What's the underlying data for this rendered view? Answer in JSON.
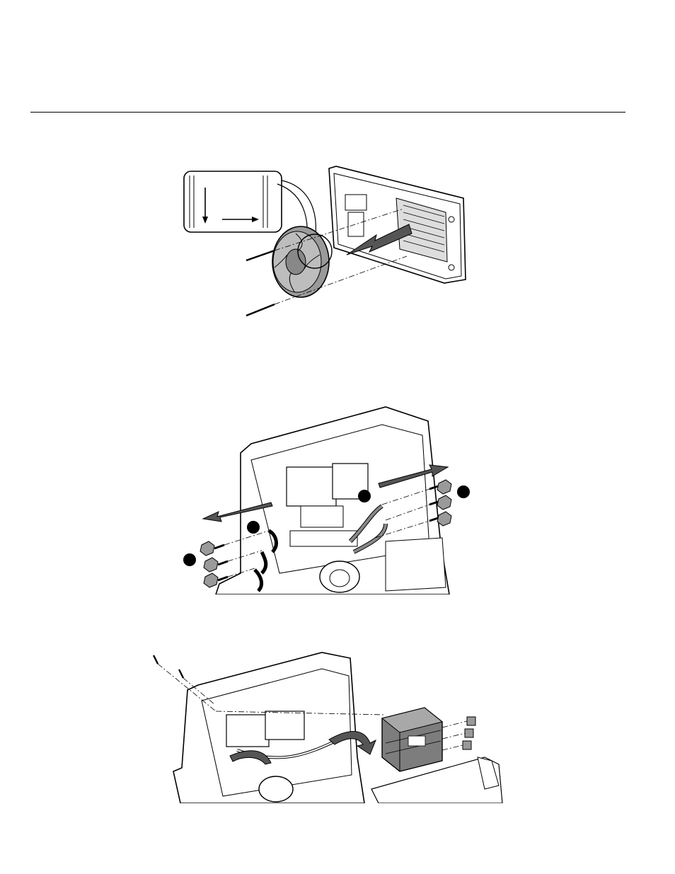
{
  "page": {
    "header_rule": true
  },
  "figures": [
    {
      "id": "fan-removal",
      "icons": [
        "airflow-arrow-down-icon",
        "airflow-arrow-right-icon",
        "pull-arrow-icon"
      ]
    },
    {
      "id": "cable-disconnection",
      "icons": [
        "left-pull-arrow-icon",
        "right-pull-arrow-icon",
        "callout-bullet-icon"
      ]
    },
    {
      "id": "module-removal",
      "icons": [
        "rotate-arrow-icon"
      ]
    }
  ],
  "colors": {
    "line": "#000000",
    "fill_light": "#ffffff",
    "fill_gray": "#9a9a9a",
    "fill_dark": "#555555"
  }
}
